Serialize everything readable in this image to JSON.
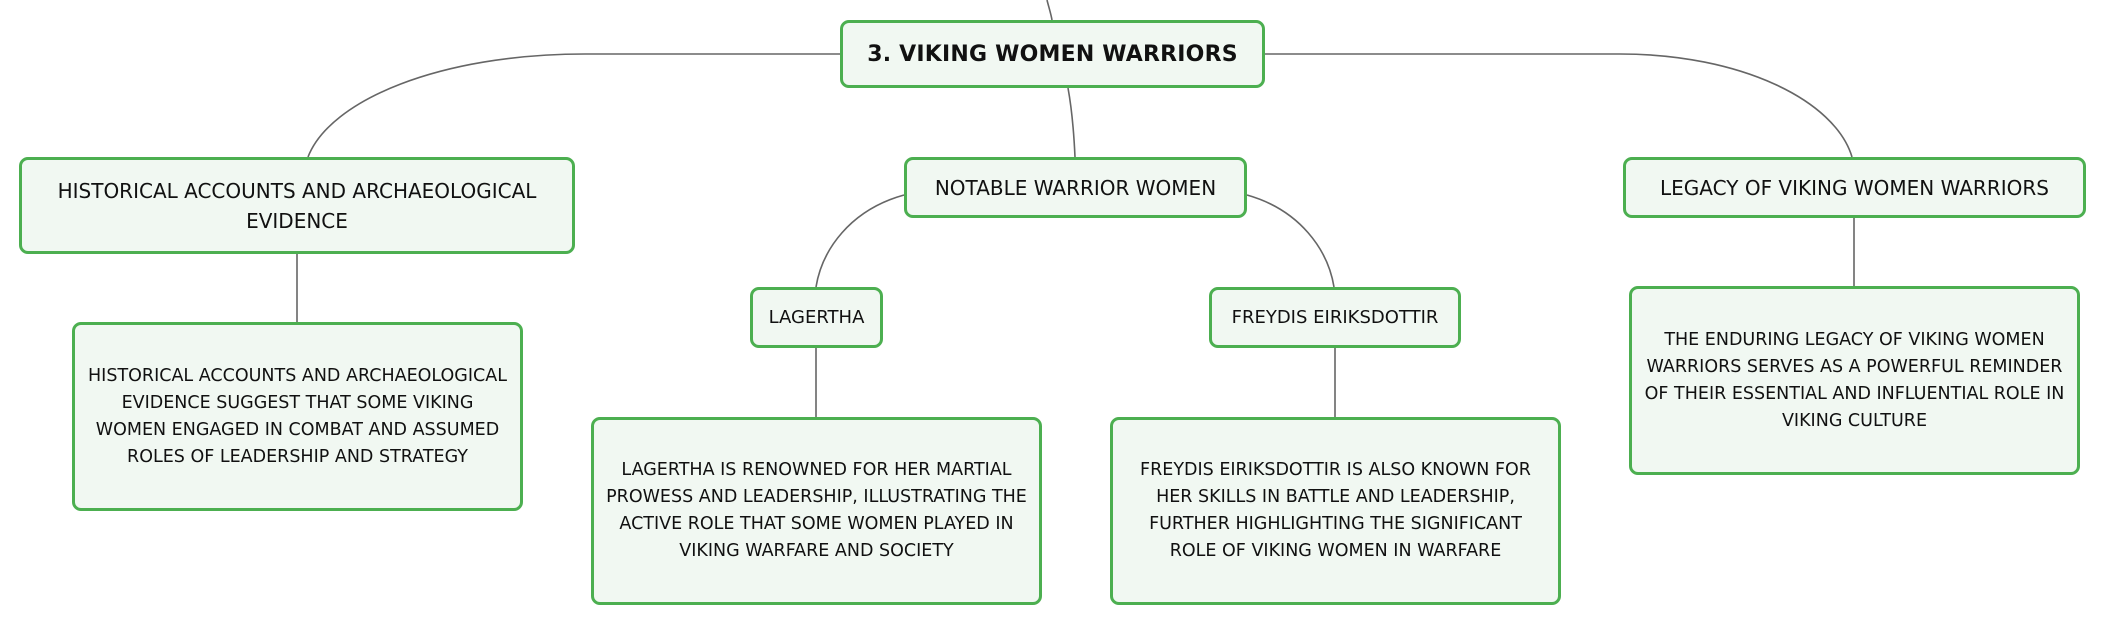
{
  "diagram": {
    "root": {
      "label": "3. VIKING WOMEN WARRIORS"
    },
    "topics": [
      {
        "label": "HISTORICAL ACCOUNTS AND ARCHAEOLOGICAL EVIDENCE",
        "detail": "HISTORICAL ACCOUNTS AND ARCHAEOLOGICAL EVIDENCE SUGGEST THAT SOME VIKING WOMEN ENGAGED IN COMBAT AND ASSUMED ROLES OF LEADERSHIP AND STRATEGY"
      },
      {
        "label": "NOTABLE WARRIOR WOMEN",
        "children": [
          {
            "label": "LAGERTHA",
            "detail": "LAGERTHA IS RENOWNED FOR HER MARTIAL PROWESS AND LEADERSHIP, ILLUSTRATING THE ACTIVE ROLE THAT SOME WOMEN PLAYED IN VIKING WARFARE AND SOCIETY"
          },
          {
            "label": "FREYDIS EIRIKSDOTTIR",
            "detail": "FREYDIS EIRIKSDOTTIR IS ALSO KNOWN FOR HER SKILLS IN BATTLE AND LEADERSHIP, FURTHER HIGHLIGHTING THE SIGNIFICANT ROLE OF VIKING WOMEN IN WARFARE"
          }
        ]
      },
      {
        "label": "LEGACY OF VIKING WOMEN WARRIORS",
        "detail": "THE ENDURING LEGACY OF VIKING WOMEN WARRIORS SERVES AS A POWERFUL REMINDER OF THEIR ESSENTIAL AND INFLUENTIAL ROLE IN VIKING CULTURE"
      }
    ]
  },
  "colors": {
    "node_border": "#4caf50",
    "node_fill": "#f1f8f2",
    "connector": "#666666",
    "text": "#111111"
  }
}
